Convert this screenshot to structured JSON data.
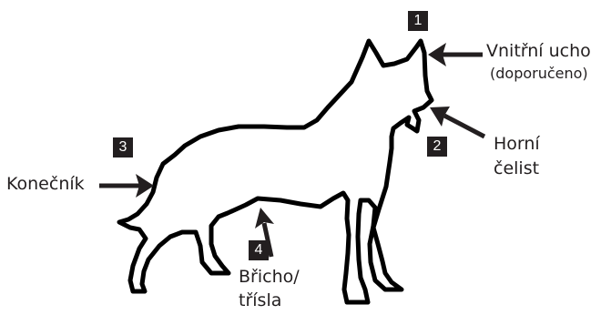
{
  "colors": {
    "outline": "#000000",
    "arrow": "#231f20",
    "badge_bg": "#231f20",
    "badge_text": "#ffffff"
  },
  "sites": [
    {
      "number": "1",
      "label": "Vnitřní ucho",
      "note": "(doporučeno)"
    },
    {
      "number": "2",
      "label_line1": "Horní",
      "label_line2": "čelist"
    },
    {
      "number": "3",
      "label": "Konečník"
    },
    {
      "number": "4",
      "label_line1": "Břicho/",
      "label_line2": "třísla"
    }
  ]
}
